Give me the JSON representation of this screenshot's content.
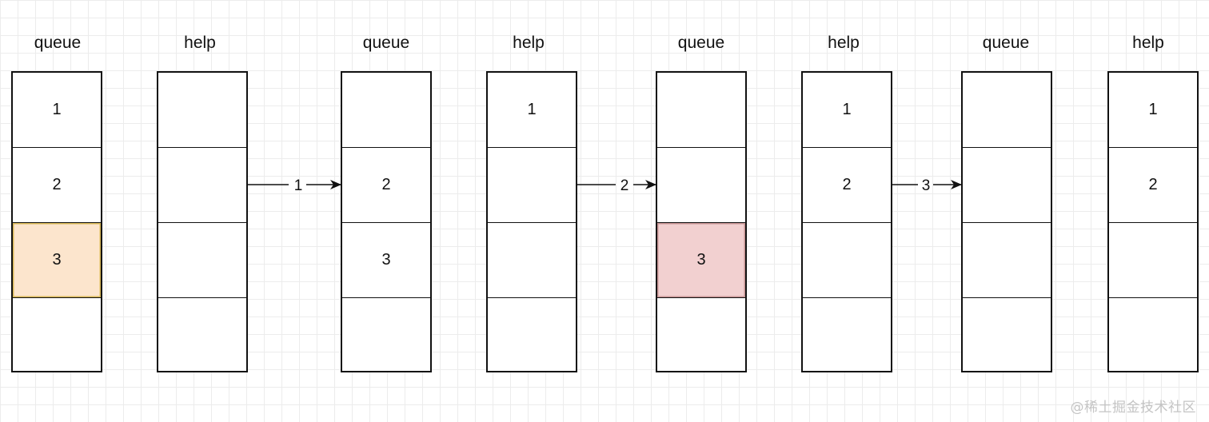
{
  "columns": [
    {
      "title": "queue",
      "cells": [
        "1",
        "2",
        "3",
        ""
      ],
      "highlight": {
        "index": 2,
        "color": "orange"
      }
    },
    {
      "title": "help",
      "cells": [
        "",
        "",
        "",
        ""
      ]
    },
    {
      "title": "queue",
      "cells": [
        "",
        "2",
        "3",
        ""
      ]
    },
    {
      "title": "help",
      "cells": [
        "1",
        "",
        "",
        ""
      ]
    },
    {
      "title": "queue",
      "cells": [
        "",
        "",
        "3",
        ""
      ],
      "highlight": {
        "index": 2,
        "color": "red"
      }
    },
    {
      "title": "help",
      "cells": [
        "1",
        "2",
        "",
        ""
      ]
    },
    {
      "title": "queue",
      "cells": [
        "",
        "",
        "",
        ""
      ]
    },
    {
      "title": "help",
      "cells": [
        "1",
        "2",
        "",
        ""
      ]
    }
  ],
  "arrows": [
    {
      "label": "1",
      "from": 1,
      "to": 2
    },
    {
      "label": "2",
      "from": 3,
      "to": 4
    },
    {
      "label": "3",
      "from": 5,
      "to": 6
    }
  ],
  "colors": {
    "orange_fill": "#fce5cd",
    "orange_border": "#d6b656",
    "red_fill": "#f2d0d0",
    "red_border": "#c79494",
    "stroke": "#111111",
    "grid": "#ececec"
  },
  "watermark": "@稀土掘金技术社区"
}
